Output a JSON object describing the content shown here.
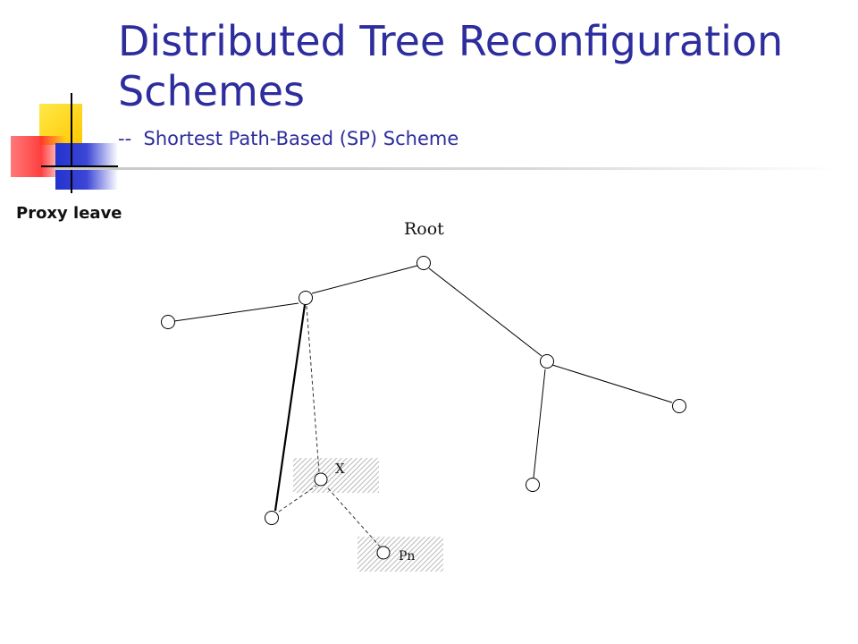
{
  "slide": {
    "title": "Distributed Tree Reconfiguration Schemes",
    "subtitle": "--  Shortest Path-Based (SP) Scheme",
    "side_label": "Proxy leave"
  },
  "diagram": {
    "root_label": "Root",
    "x_label": "X",
    "pn_label": "Pn",
    "colors": {
      "title": "#2d2d9e",
      "line": "#000000",
      "hatch": "#b8b8b8"
    }
  }
}
